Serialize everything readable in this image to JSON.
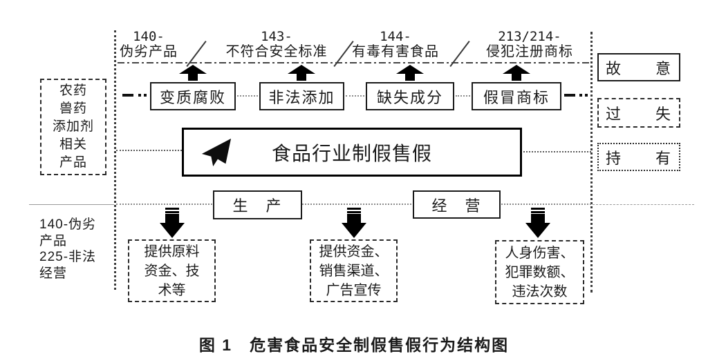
{
  "figure": {
    "caption": "图 1　危害食品安全制假售假行为结构图"
  },
  "top_labels": [
    {
      "code": "140-",
      "name": "伪劣产品"
    },
    {
      "code": "143-",
      "name": "不符合安全标准"
    },
    {
      "code": "144-",
      "name": "有毒有害食品"
    },
    {
      "code": "213/214-",
      "name": "侵犯注册商标"
    }
  ],
  "behavior_boxes": [
    "变质腐败",
    "非法添加",
    "缺失成分",
    "假冒商标"
  ],
  "left_box": {
    "lines": [
      "农药",
      "兽药",
      "添加剂",
      "相关",
      "产品"
    ]
  },
  "center_box": {
    "label": "食品行业制假售假",
    "icon": "paper-plane-icon"
  },
  "mental_states": [
    {
      "label": "故　　意",
      "border_style": "solid"
    },
    {
      "label": "过　　失",
      "border_style": "dash-dot"
    },
    {
      "label": "持　　有",
      "border_style": "dotted"
    }
  ],
  "stage_boxes": [
    {
      "label": "生　产"
    },
    {
      "label": "经　营"
    }
  ],
  "bottom_boxes": [
    {
      "lines": [
        "提供原料",
        "资金、技",
        "术等"
      ]
    },
    {
      "lines": [
        "提供资金、",
        "销售渠道、",
        "广告宣传"
      ]
    },
    {
      "lines": [
        "人身伤害、",
        "犯罪数额、",
        "违法次数"
      ]
    }
  ],
  "bottom_left_note": {
    "lines": [
      "140-伪劣",
      "产品",
      "225-非法",
      "经营"
    ]
  },
  "colors": {
    "ink": "#1a1a1a",
    "divider_gray": "#9a9a9a",
    "connector_gray": "#5a5a5a"
  }
}
